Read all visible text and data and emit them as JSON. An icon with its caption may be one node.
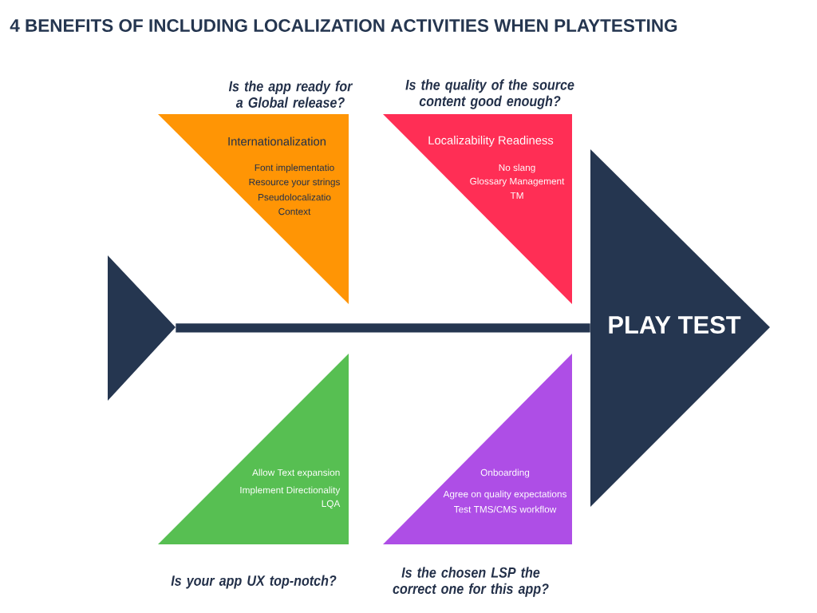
{
  "diagram": {
    "title": "4 BENEFITS OF INCLUDING LOCALIZATION ACTIVITIES WHEN PLAYTESTING",
    "nodes": [
      {
        "text": [],
        "shape": "triangle"
      },
      {
        "text": [
          "Is the app ready for a Global release?",
          "Internationalization",
          "Font implementatio",
          "Resource your strings",
          "Pseudolocalizatio",
          "Context"
        ]
      },
      {
        "text": [
          "Is the quality of the source content good enough?",
          "Localizability Readiness",
          "No slang",
          "Glossary Management",
          "TM"
        ]
      },
      {
        "text": [
          "Allow Text expansion",
          "Implement Directionality",
          "LQA",
          "Is your app UX top-notch?"
        ]
      },
      {
        "text": [
          "Onboarding",
          "Agree on quality expectations",
          "Test TMS/CMS workflow",
          "Is the chosen LSP the correct one for this app?"
        ]
      },
      {
        "text": [
          "PLAY TEST"
        ]
      }
    ],
    "edges": [
      {
        "from": 0,
        "to": 5,
        "arrow": "none"
      }
    ]
  }
}
